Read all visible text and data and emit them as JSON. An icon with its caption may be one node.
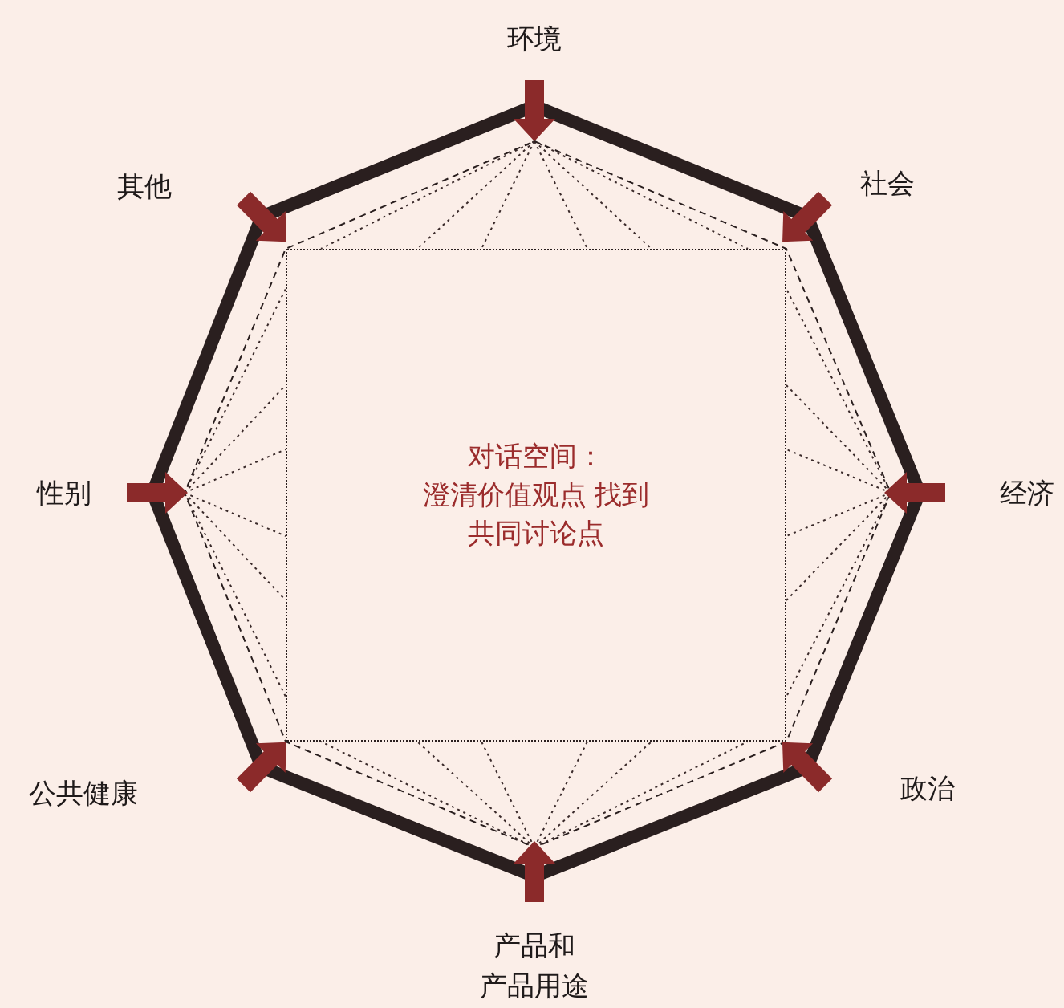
{
  "diagram": {
    "nodes": [
      {
        "text": [
          "对话空间：",
          "澄清价值观点 找到共同讨论点"
        ]
      }
    ],
    "labels": [
      "环境",
      "其他",
      "社会",
      "性别",
      "经济",
      "公共健康",
      "政治",
      "产品和",
      "产品用途"
    ]
  }
}
